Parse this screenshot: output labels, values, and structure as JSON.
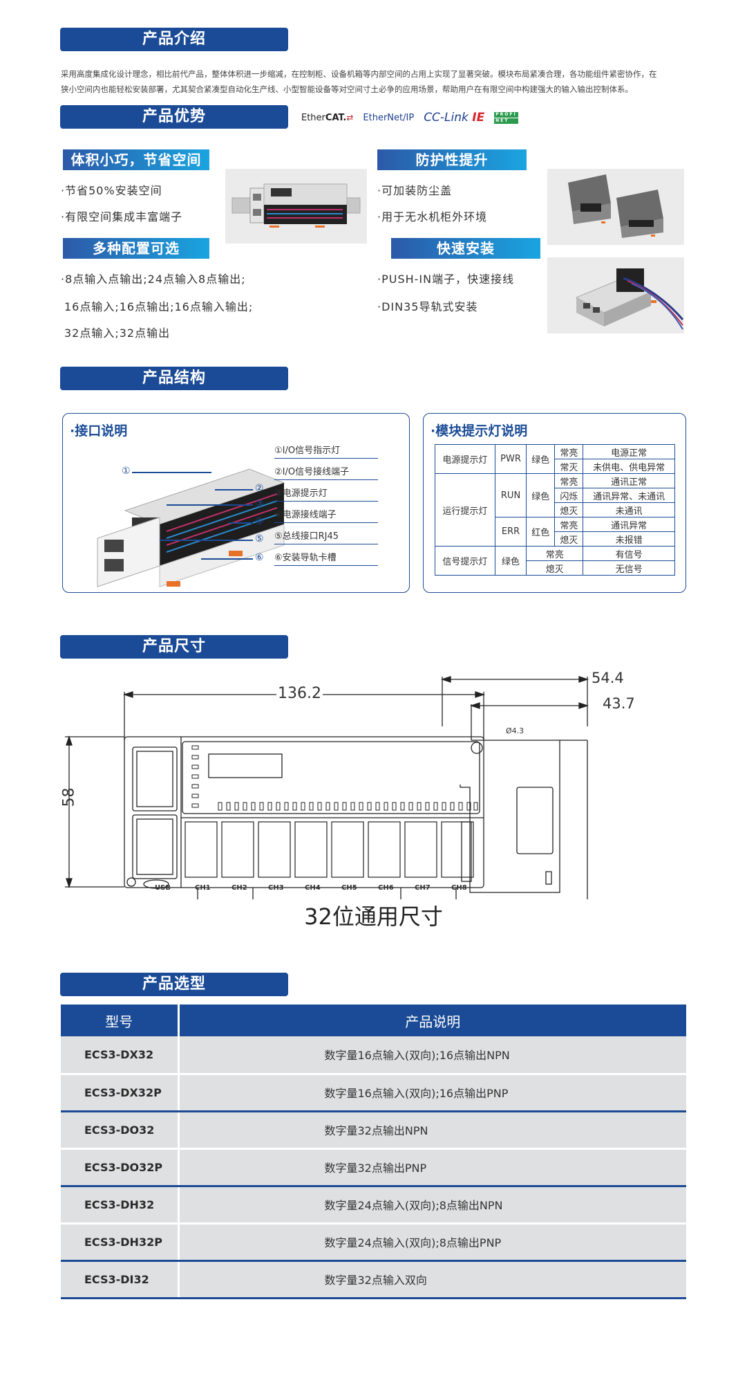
{
  "sections": {
    "intro": "产品介绍",
    "advantages": "产品优势",
    "structure": "产品结构",
    "dimensions": "产品尺寸",
    "selection": "产品选型"
  },
  "intro": {
    "line1": "采用高度集成化设计理念，相比前代产品，整体体积进一步缩减，在控制柜、设备机箱等内部空间的占用上实现了显著突破。模块布局紧凑合理，各功能组件紧密协作，在",
    "line2": "狭小空间内也能轻松安装部署，尤其契合紧凑型自动化生产线、小型智能设备等对空间寸土必争的应用场景，帮助用户在有限空间中构建强大的输入输出控制体系。"
  },
  "protocols": {
    "ethercat_prefix": "Ether",
    "ethercat_bold": "CAT.",
    "ethernetip": "EtherNet/IP",
    "cclink_prefix": "CC-Link ",
    "cclink_bold": "IE",
    "profinet_top": "PROFI",
    "profinet_bottom": "NET"
  },
  "features": [
    {
      "title": "体积小巧，节省空间",
      "bullets": [
        "·节省50%安装空间",
        "·有限空间集成丰富端子"
      ]
    },
    {
      "title": "防护性提升",
      "bullets": [
        "·可加装防尘盖",
        "·用于无水机柜外环境"
      ]
    },
    {
      "title": "多种配置可选",
      "bullets": [
        "·8点输入点输出;24点输入8点输出;",
        "16点输入;16点输出;16点输入输出;",
        "32点输入;32点输出"
      ]
    },
    {
      "title": "快速安装",
      "bullets": [
        "·PUSH-IN端子，快速接线",
        "·DIN35导轨式安装"
      ]
    }
  ],
  "interface": {
    "title": "·接口说明",
    "callouts": [
      "①I/O信号指示灯",
      "②I/O信号接线端子",
      "③电源提示灯",
      "④电源接线端子",
      "⑤总线接口RJ45",
      "⑥安装导轨卡槽"
    ],
    "markers": [
      "①",
      "②",
      "③",
      "④",
      "⑤",
      "⑥"
    ]
  },
  "led": {
    "title": "·模块提示灯说明",
    "power_label": "电源提示灯",
    "run_label": "运行提示灯",
    "signal_label": "信号提示灯",
    "pwr": "PWR",
    "run": "RUN",
    "err": "ERR",
    "green": "绿色",
    "red": "红色",
    "rows": {
      "pwr_on": "常亮",
      "pwr_on_desc": "电源正常",
      "pwr_off": "常灭",
      "pwr_off_desc": "未供电、供电异常",
      "run_on": "常亮",
      "run_on_desc": "通讯正常",
      "run_blink": "闪烁",
      "run_blink_desc": "通讯异常、未通讯",
      "run_off": "熄灭",
      "run_off_desc": "未通讯",
      "err_on": "常亮",
      "err_on_desc": "通讯异常",
      "err_off": "熄灭",
      "err_off_desc": "未报错",
      "sig_on": "常亮",
      "sig_on_desc": "有信号",
      "sig_off": "熄灭",
      "sig_off_desc": "无信号"
    }
  },
  "dimensions": {
    "width": "136.2",
    "height": "58",
    "hole": "Ø4.3",
    "depth_total": "54.4",
    "depth_body": "43.7",
    "usb": "USB",
    "channels": [
      "CH1",
      "CH2",
      "CH3",
      "CH4",
      "CH5",
      "CH6",
      "CH7",
      "CH8"
    ],
    "caption": "32位通用尺寸"
  },
  "selection": {
    "headers": [
      "型号",
      "产品说明"
    ],
    "rows": [
      {
        "model": "ECS3-DX32",
        "desc": "数字量16点输入(双向);16点输出NPN"
      },
      {
        "model": "ECS3-DX32P",
        "desc": "数字量16点输入(双向);16点输出PNP"
      },
      {
        "model": "ECS3-DO32",
        "desc": "数字量32点输出NPN"
      },
      {
        "model": "ECS3-DO32P",
        "desc": "数字量32点输出PNP"
      },
      {
        "model": "ECS3-DH32",
        "desc": "数字量24点输入(双向);8点输出NPN"
      },
      {
        "model": "ECS3-DH32P",
        "desc": "数字量24点输入(双向);8点输出PNP"
      },
      {
        "model": "ECS3-DI32",
        "desc": "数字量32点输入双向"
      }
    ]
  },
  "colors": {
    "brand_blue": "#1b4b96",
    "gradient_end": "#1aa5e0",
    "row_bg": "#dfe0e1"
  }
}
